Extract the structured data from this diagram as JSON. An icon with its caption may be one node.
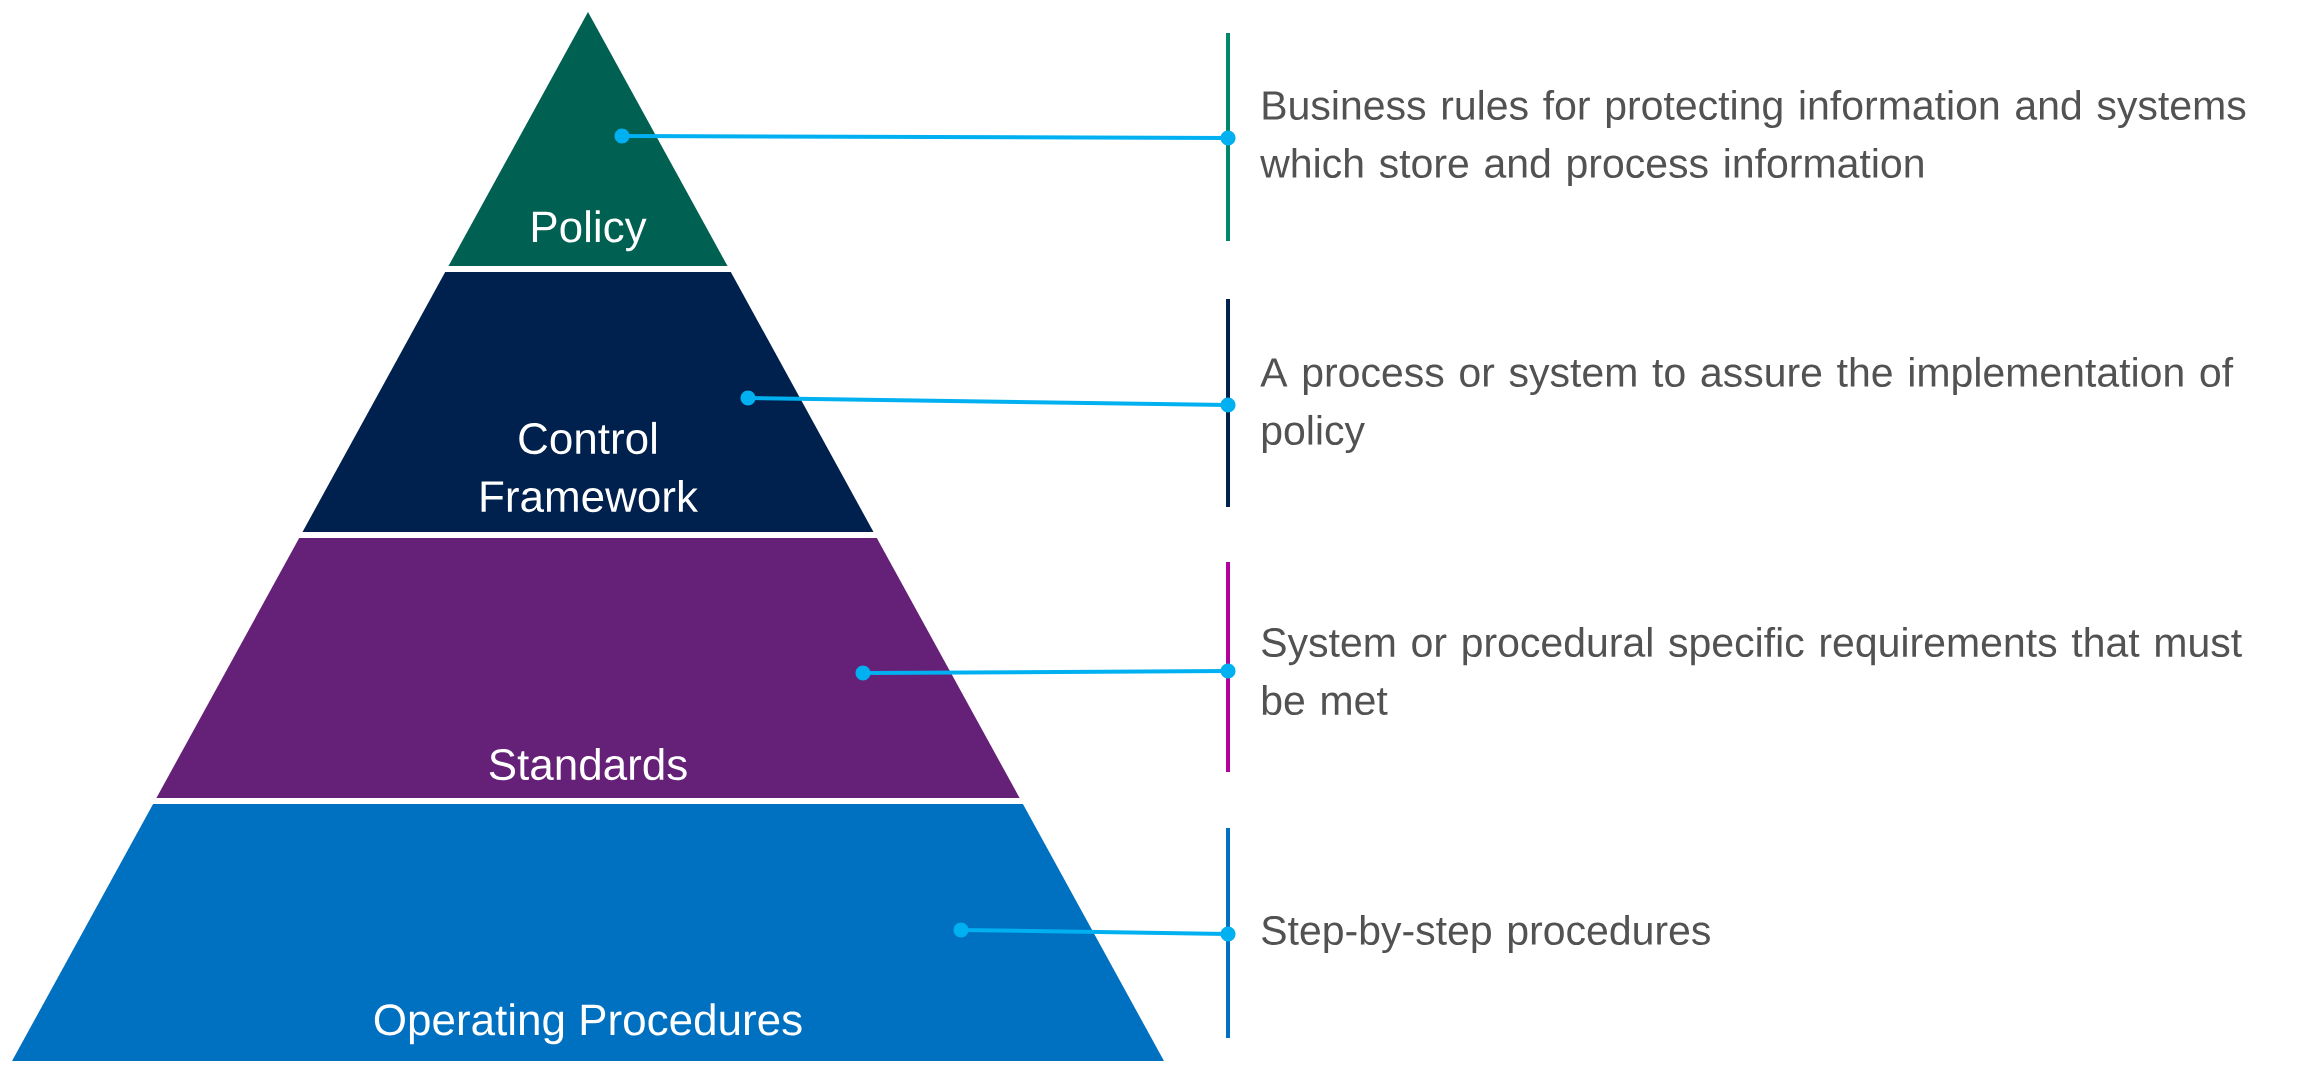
{
  "diagram": {
    "nodes": [
      {
        "text": [
          "Policy"
        ]
      },
      {
        "text": [
          "Control Framework"
        ]
      },
      {
        "text": [
          "Standards"
        ]
      },
      {
        "text": [
          "Operating Procedures"
        ]
      },
      {
        "text": [
          "Business rules for protecting information and systems which store and process information"
        ]
      },
      {
        "text": [
          "A process or system to assure the implementation of policy"
        ]
      },
      {
        "text": [
          "System or procedural specific requirements that must be met"
        ]
      },
      {
        "text": [
          "Step-by-step procedures"
        ]
      }
    ],
    "edges": [
      {
        "from": 0,
        "to": 4,
        "arrow": "other"
      },
      {
        "from": 1,
        "to": 5,
        "arrow": "other"
      },
      {
        "from": 2,
        "to": 6,
        "arrow": "other"
      },
      {
        "from": 3,
        "to": 7,
        "arrow": "other"
      }
    ]
  }
}
